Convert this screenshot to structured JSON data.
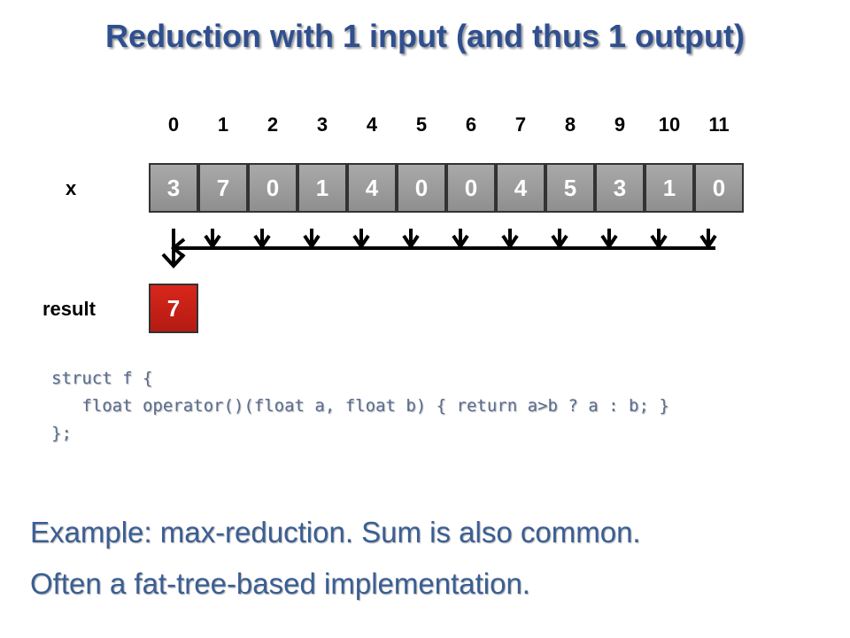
{
  "title": "Reduction with 1 input (and thus 1 output)",
  "indices": [
    "0",
    "1",
    "2",
    "3",
    "4",
    "5",
    "6",
    "7",
    "8",
    "9",
    "10",
    "11"
  ],
  "x_label": "x",
  "x_values": [
    "3",
    "7",
    "0",
    "1",
    "4",
    "0",
    "0",
    "4",
    "5",
    "3",
    "1",
    "0"
  ],
  "result_label": "result",
  "result_value": "7",
  "code": {
    "line1": "struct f {",
    "line2": "   float operator()(float a, float b) { return a>b ? a : b; }",
    "line3": "};"
  },
  "captions": [
    "Example: max-reduction.  Sum is also common.",
    "Often a fat-tree-based implementation."
  ],
  "colors": {
    "title": "#2f4f8f",
    "cell": "#9a9a9a",
    "result_cell": "#c8211a",
    "caption": "#3a5e94"
  }
}
